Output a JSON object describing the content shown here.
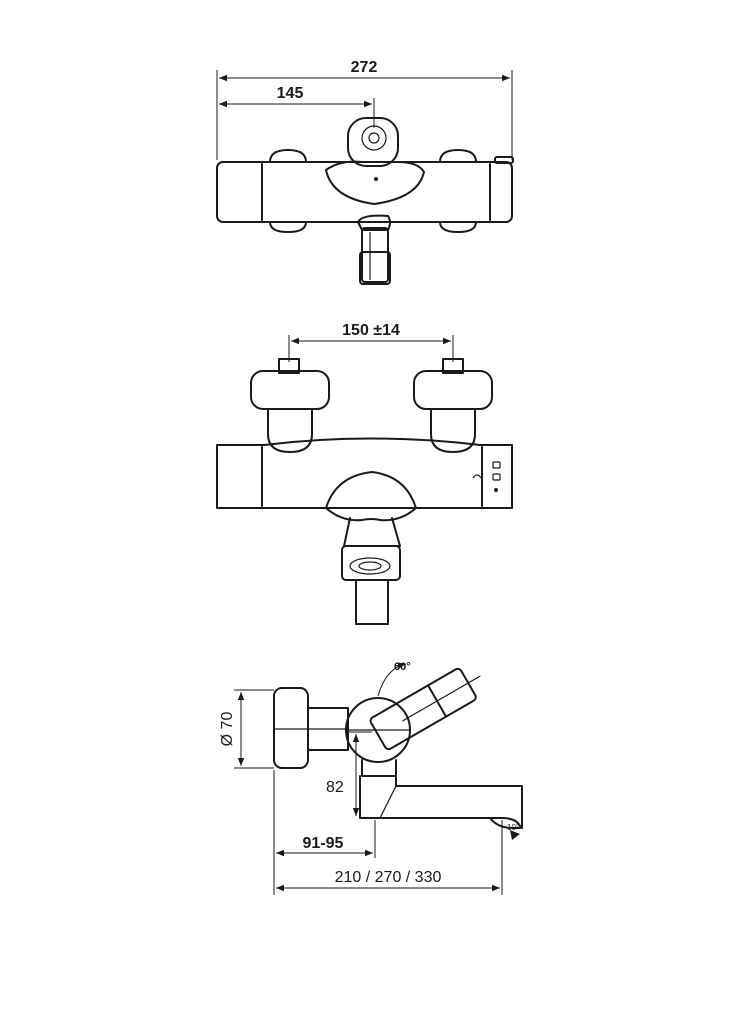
{
  "views": {
    "top": {
      "dim_overall": "272",
      "dim_outlet": "145"
    },
    "front": {
      "dim_centers": "150 ±14"
    },
    "side": {
      "dim_diameter": "Ø 70",
      "dim_angle": "60°",
      "dim_height": "82",
      "dim_projection": "91-95",
      "dim_spout_lengths": "210 / 270 / 330",
      "dim_spout_angle": "10°"
    }
  }
}
